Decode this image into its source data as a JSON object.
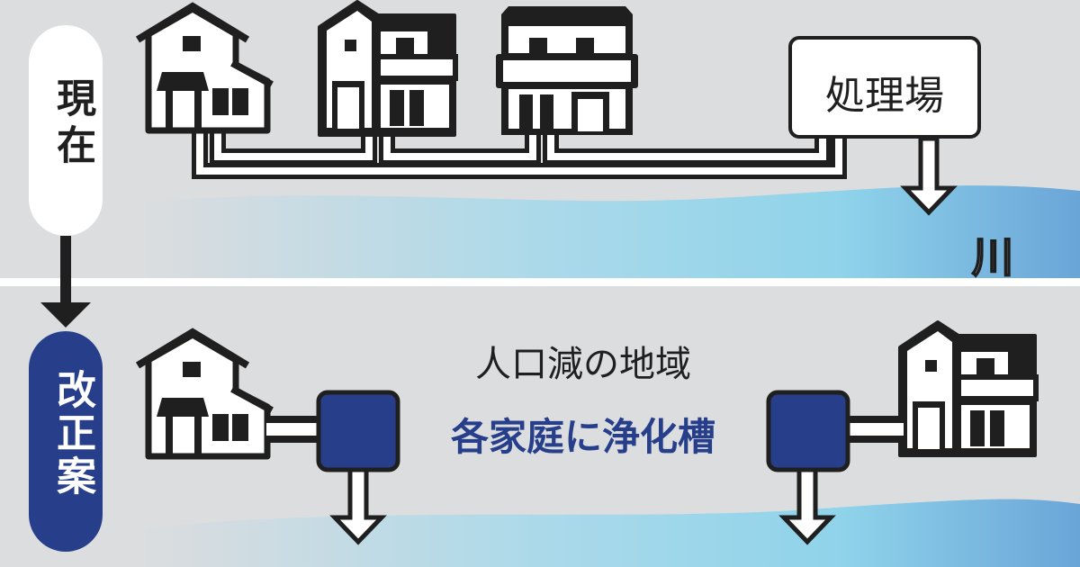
{
  "current": {
    "label": "現在",
    "facility": "処理場",
    "river": "川"
  },
  "proposal": {
    "label": "改正案",
    "caption": "人口減の地域",
    "headline": "各家庭に浄化槽"
  },
  "colors": {
    "background": "#dcdddf",
    "accent_blue": "#273f8a",
    "water_light": "#8fd3ea",
    "water_dark": "#6aa5d8"
  }
}
